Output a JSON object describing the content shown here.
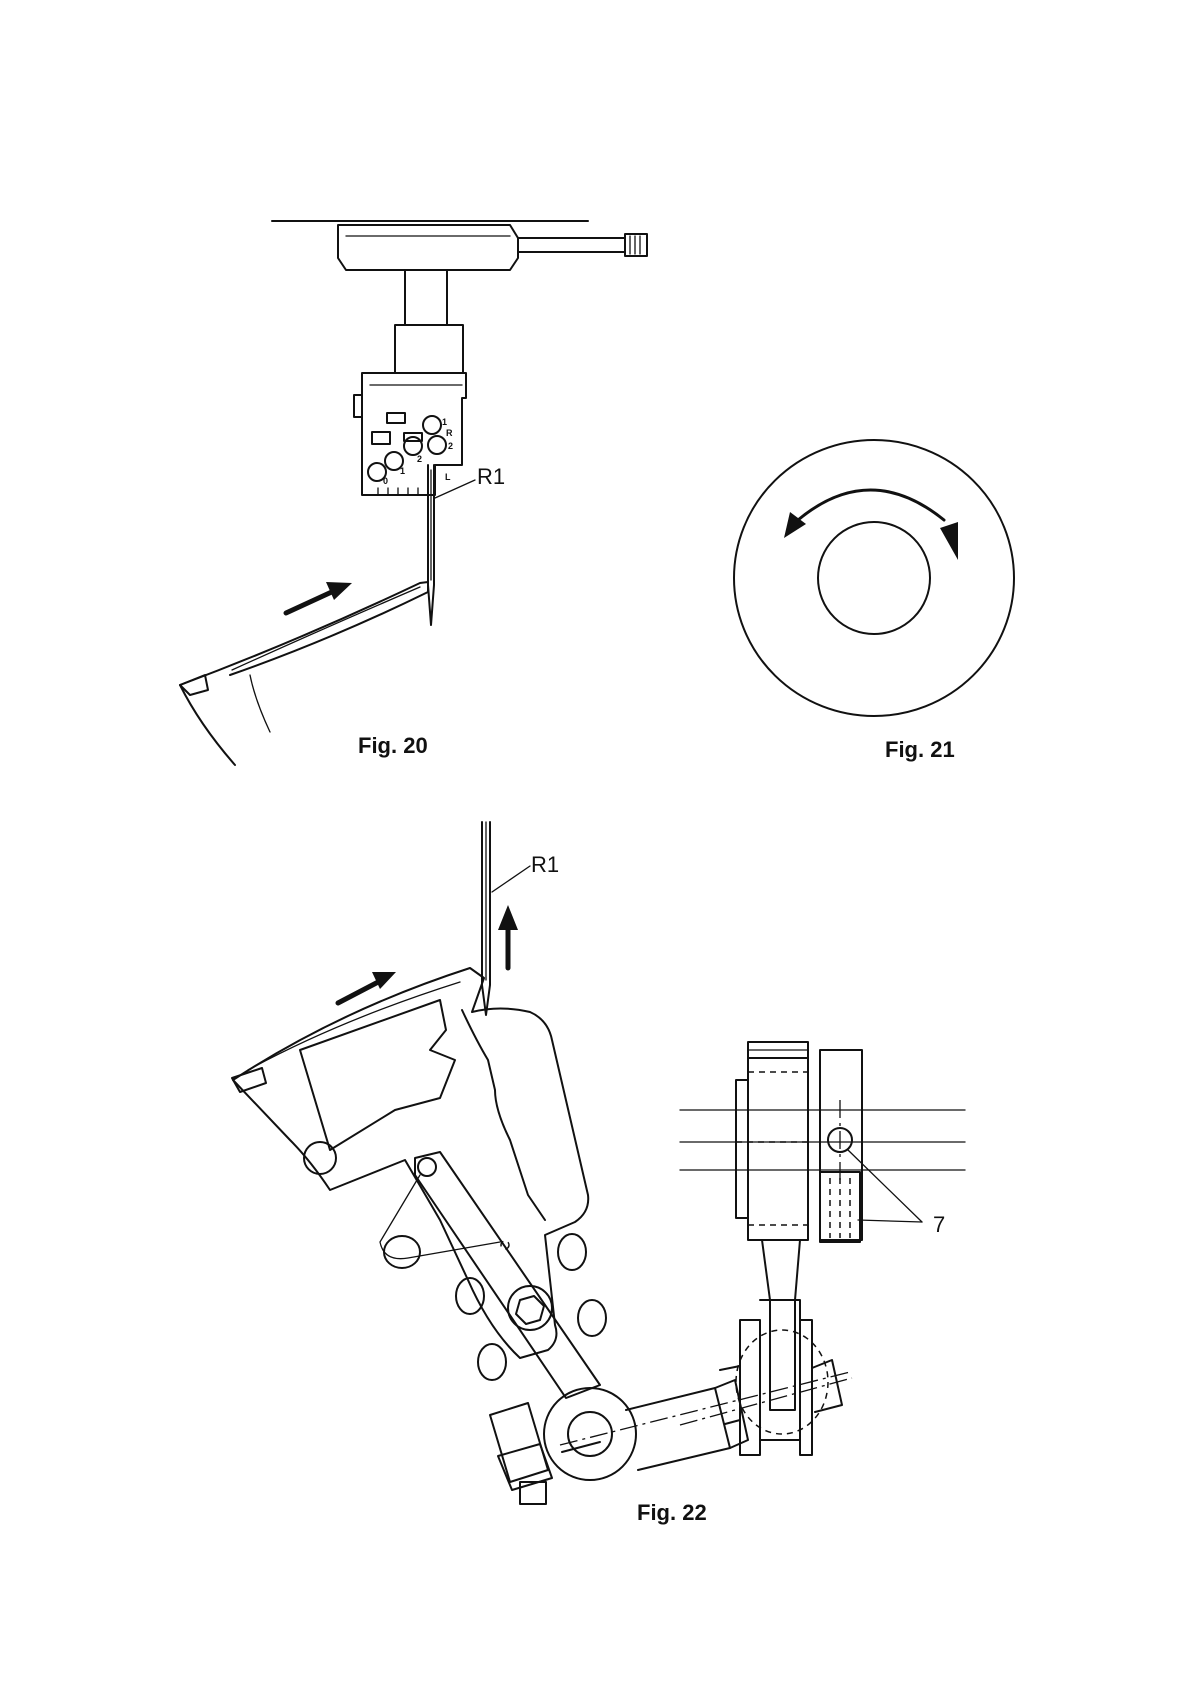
{
  "figures": {
    "fig20": {
      "caption": "Fig. 20",
      "callout": "R1",
      "dial_marks": [
        "1",
        "R",
        "2",
        "2",
        "1",
        "0",
        "L"
      ]
    },
    "fig21": {
      "caption": "Fig. 21"
    },
    "fig22": {
      "caption": "Fig. 22",
      "callout_needle": "R1",
      "callout_part": "7"
    }
  }
}
